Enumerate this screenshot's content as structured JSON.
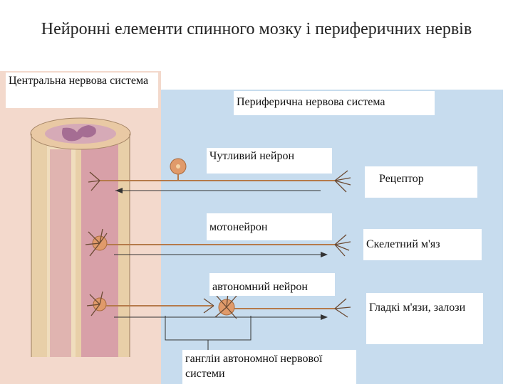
{
  "title": "Нейронні елементи спинного мозку і периферичних нервів",
  "labels": {
    "cns": "Центральна нервова система",
    "pns": "Периферична нервова система",
    "sensory": "Чутливий нейрон",
    "receptor": "Рецептор",
    "motor": "мотонейрон",
    "muscle": "Скелетний м'яз",
    "autonomic": "автономний нейрон",
    "smooth": "Гладкі м'язи, залози",
    "ganglion": "гангліи автономної нервової системи"
  },
  "colors": {
    "cns_bg": "#f3d9cc",
    "pns_bg": "#c7dcee",
    "cord_outer": "#e8cfa8",
    "cord_inner": "#d59aa6",
    "gray_matter": "#a56d93",
    "neuron": "#e09a6a",
    "axon": "#c98a5a"
  }
}
